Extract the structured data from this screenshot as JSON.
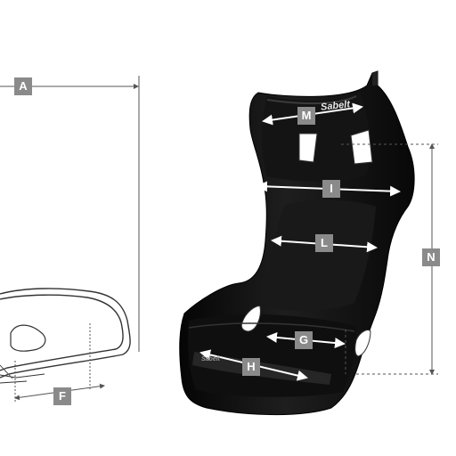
{
  "brand": "Sabelt",
  "dimension_labels": {
    "a": "A",
    "f": "F",
    "g": "G",
    "h": "H",
    "i": "I",
    "l": "L",
    "m": "M",
    "n": "N"
  },
  "colors": {
    "seat": "#0b0b0b",
    "seat_highlight": "#2c2c2c",
    "label_box": "#8a8a8a",
    "dimension_line": "#555555",
    "dimension_arrow": "#ffffff"
  }
}
